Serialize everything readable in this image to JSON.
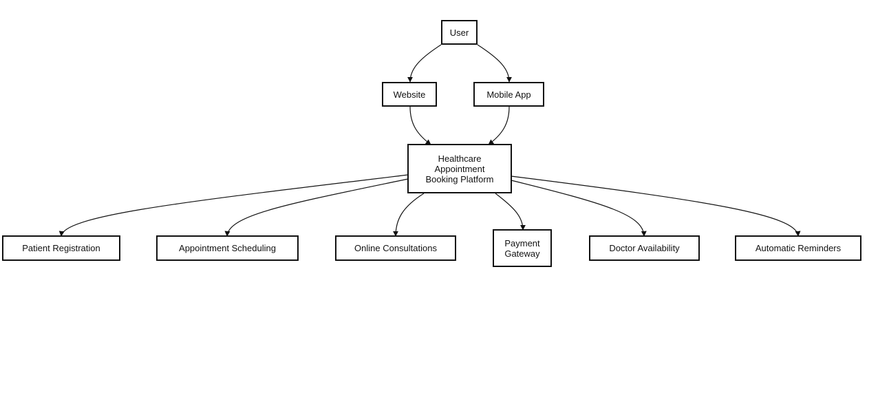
{
  "diagram": {
    "nodes": {
      "user": "User",
      "website": "Website",
      "mobile_app": "Mobile App",
      "platform": "Healthcare Appointment Booking Platform",
      "patient_registration": "Patient Registration",
      "appointment_scheduling": "Appointment Scheduling",
      "online_consultations": "Online Consultations",
      "payment_gateway": "Payment Gateway",
      "doctor_availability": "Doctor Availability",
      "automatic_reminders": "Automatic Reminders"
    },
    "edges": [
      {
        "from": "user",
        "to": "website"
      },
      {
        "from": "user",
        "to": "mobile_app"
      },
      {
        "from": "website",
        "to": "platform"
      },
      {
        "from": "mobile_app",
        "to": "platform"
      },
      {
        "from": "platform",
        "to": "patient_registration"
      },
      {
        "from": "platform",
        "to": "appointment_scheduling"
      },
      {
        "from": "platform",
        "to": "online_consultations"
      },
      {
        "from": "platform",
        "to": "payment_gateway"
      },
      {
        "from": "platform",
        "to": "doctor_availability"
      },
      {
        "from": "platform",
        "to": "automatic_reminders"
      }
    ],
    "colors": {
      "stroke": "#111111",
      "background": "#ffffff"
    }
  }
}
